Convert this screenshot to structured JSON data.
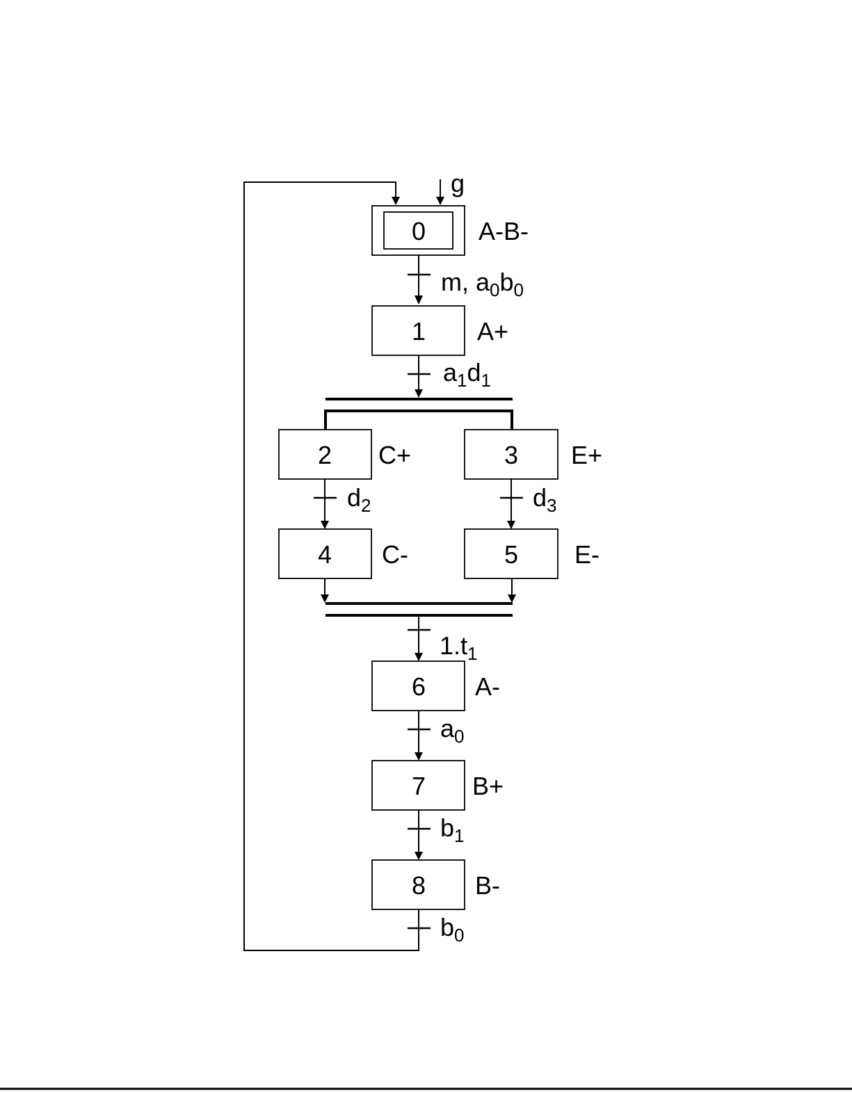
{
  "diagram": {
    "initial_input": "g",
    "steps": [
      {
        "id": "0",
        "action": "A-B-",
        "initial": true
      },
      {
        "id": "1",
        "action": "A+"
      },
      {
        "id": "2",
        "action": "C+"
      },
      {
        "id": "3",
        "action": "E+"
      },
      {
        "id": "4",
        "action": "C-"
      },
      {
        "id": "5",
        "action": "E-"
      },
      {
        "id": "6",
        "action": "A-"
      },
      {
        "id": "7",
        "action": "B+"
      },
      {
        "id": "8",
        "action": "B-"
      }
    ],
    "transitions": [
      {
        "from": "0",
        "to": "1",
        "parts": [
          {
            "t": "m, a"
          },
          {
            "t": "0",
            "sub": true
          },
          {
            "t": "b"
          },
          {
            "t": "0",
            "sub": true
          }
        ]
      },
      {
        "from": "1",
        "to": "2,3",
        "parts": [
          {
            "t": "a"
          },
          {
            "t": "1",
            "sub": true
          },
          {
            "t": "d"
          },
          {
            "t": "1",
            "sub": true
          }
        ]
      },
      {
        "from": "2",
        "to": "4",
        "parts": [
          {
            "t": "d"
          },
          {
            "t": "2",
            "sub": true
          }
        ]
      },
      {
        "from": "3",
        "to": "5",
        "parts": [
          {
            "t": "d"
          },
          {
            "t": "3",
            "sub": true
          }
        ]
      },
      {
        "from": "4,5",
        "to": "6",
        "parts": [
          {
            "t": "1.t"
          },
          {
            "t": "1",
            "sub": true
          }
        ]
      },
      {
        "from": "6",
        "to": "7",
        "parts": [
          {
            "t": "a"
          },
          {
            "t": "0",
            "sub": true
          }
        ]
      },
      {
        "from": "7",
        "to": "8",
        "parts": [
          {
            "t": "b"
          },
          {
            "t": "1",
            "sub": true
          }
        ]
      },
      {
        "from": "8",
        "to": "0",
        "parts": [
          {
            "t": "b"
          },
          {
            "t": "0",
            "sub": true
          }
        ]
      }
    ]
  }
}
